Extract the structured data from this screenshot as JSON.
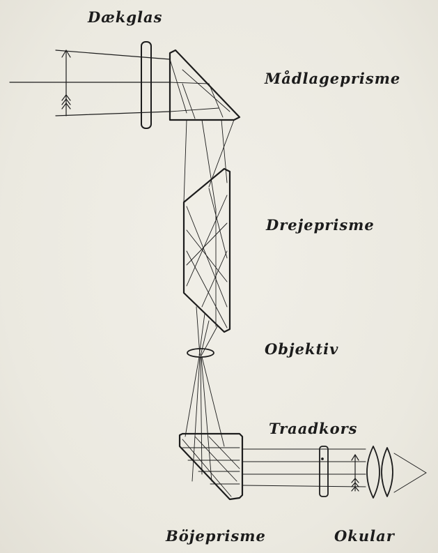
{
  "labels": {
    "daekglas": "Dækglas",
    "madlageprisme": "Mådlageprisme",
    "drejeprisme": "Drejeprisme",
    "objektiv": "Objektiv",
    "traadkors": "Traadkors",
    "bojeprisme": "Böjeprisme",
    "okular": "Okular"
  },
  "colors": {
    "ink": "#1c1c1c",
    "paper": "#eeece4"
  }
}
